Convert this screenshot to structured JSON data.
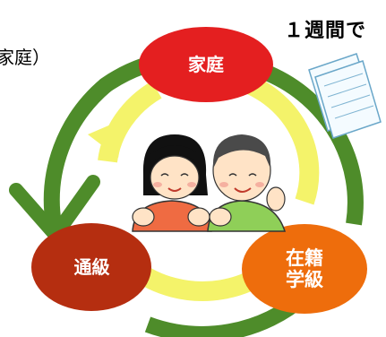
{
  "caption_top_right": "１週間で",
  "caption_left_fragment": "家庭）",
  "nodes": {
    "home": "家庭",
    "resource_room": "通級",
    "homeroom_line1": "在籍",
    "homeroom_line2": "学級"
  },
  "colors": {
    "home_circle": "#e41f20",
    "resource_room_circle": "#b52e10",
    "homeroom_circle": "#ee6d0c",
    "outer_ring": "#4e8c2a",
    "inner_ring": "#f4f36a"
  },
  "illustration": "two-children-smiling"
}
